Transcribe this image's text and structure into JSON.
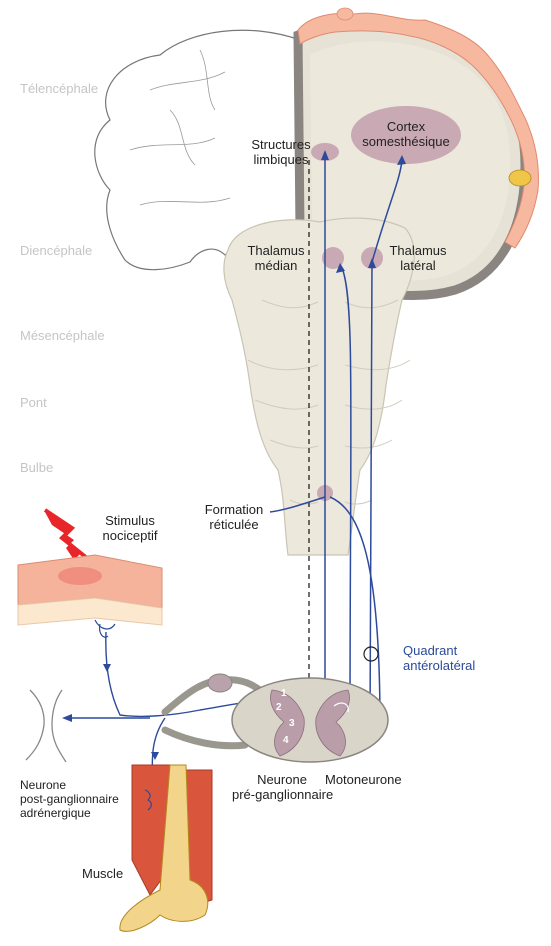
{
  "regions": {
    "telencephale": "Télencéphale",
    "diencephale": "Diencéphale",
    "mesencephale": "Mésencéphale",
    "pont": "Pont",
    "bulbe": "Bulbe"
  },
  "labels": {
    "structures_limbiques": [
      "Structures",
      "limbiques"
    ],
    "cortex": [
      "Cortex",
      "somesthésique"
    ],
    "thalamus_median": [
      "Thalamus",
      "médian"
    ],
    "thalamus_lateral": [
      "Thalamus",
      "latéral"
    ],
    "formation_reticulee": [
      "Formation",
      "réticulée"
    ],
    "stimulus": [
      "Stimulus",
      "nociceptif"
    ],
    "quadrant": [
      "Quadrant",
      "antérolatéral"
    ],
    "neurone_pre": [
      "Neurone",
      "pré-ganglionnaire"
    ],
    "motoneurone": "Motoneurone",
    "neurone_post": [
      "Neurone",
      "post-ganglionnaire",
      "adrénergique"
    ],
    "muscle": "Muscle"
  },
  "cord_numbers": [
    "1",
    "2",
    "3",
    "4"
  ],
  "colors": {
    "pathway": "#2d4a9c",
    "nucleus": "#c9a9b4",
    "brain_fill": "#ece8dc",
    "cortex_gray": "#8a8580",
    "skin": "#f1a58c",
    "muscle_red": "#d9553b",
    "bone": "#f2d58a",
    "region_text": "#c5c5c5"
  }
}
